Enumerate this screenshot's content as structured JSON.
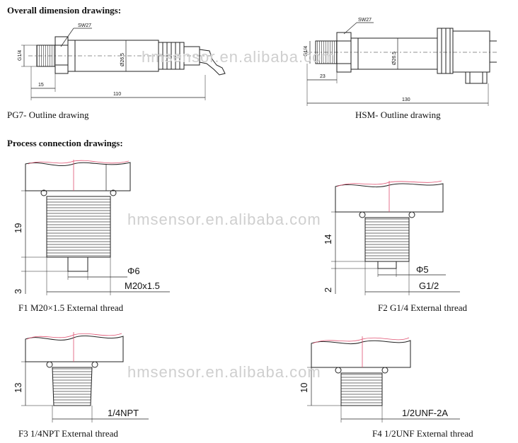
{
  "headings": {
    "overall": "Overall dimension drawings:",
    "process": "Process connection drawings:"
  },
  "captions": {
    "pg7": "PG7- Outline drawing",
    "hsm": "HSM- Outline drawing",
    "f1": "F1 M20×1.5 External thread",
    "f2": "F2 G1/4 External thread",
    "f3": "F3 1/4NPT External thread",
    "f4": "F4 1/2UNF External thread"
  },
  "pg7": {
    "wrench": "SW27",
    "thread": "G1/4",
    "diameter": "Ø26.5",
    "len_short": "15",
    "len_total": "110"
  },
  "hsm": {
    "wrench": "SW27",
    "thread": "G1/4",
    "diameter": "Ø26.5",
    "len_short": "23",
    "len_total": "130"
  },
  "f1": {
    "height": "19",
    "tip": "3",
    "bore": "Φ6",
    "thread": "M20x1.5"
  },
  "f2": {
    "height": "14",
    "tip": "2",
    "bore": "Φ5",
    "thread": "G1/2"
  },
  "f3": {
    "height": "13",
    "thread": "1/4NPT"
  },
  "f4": {
    "height": "10",
    "thread": "1/2UNF-2A"
  },
  "watermark": "hmsensor.en.alibaba.com",
  "colors": {
    "hex_accent": "#e05070",
    "line": "#222222"
  }
}
